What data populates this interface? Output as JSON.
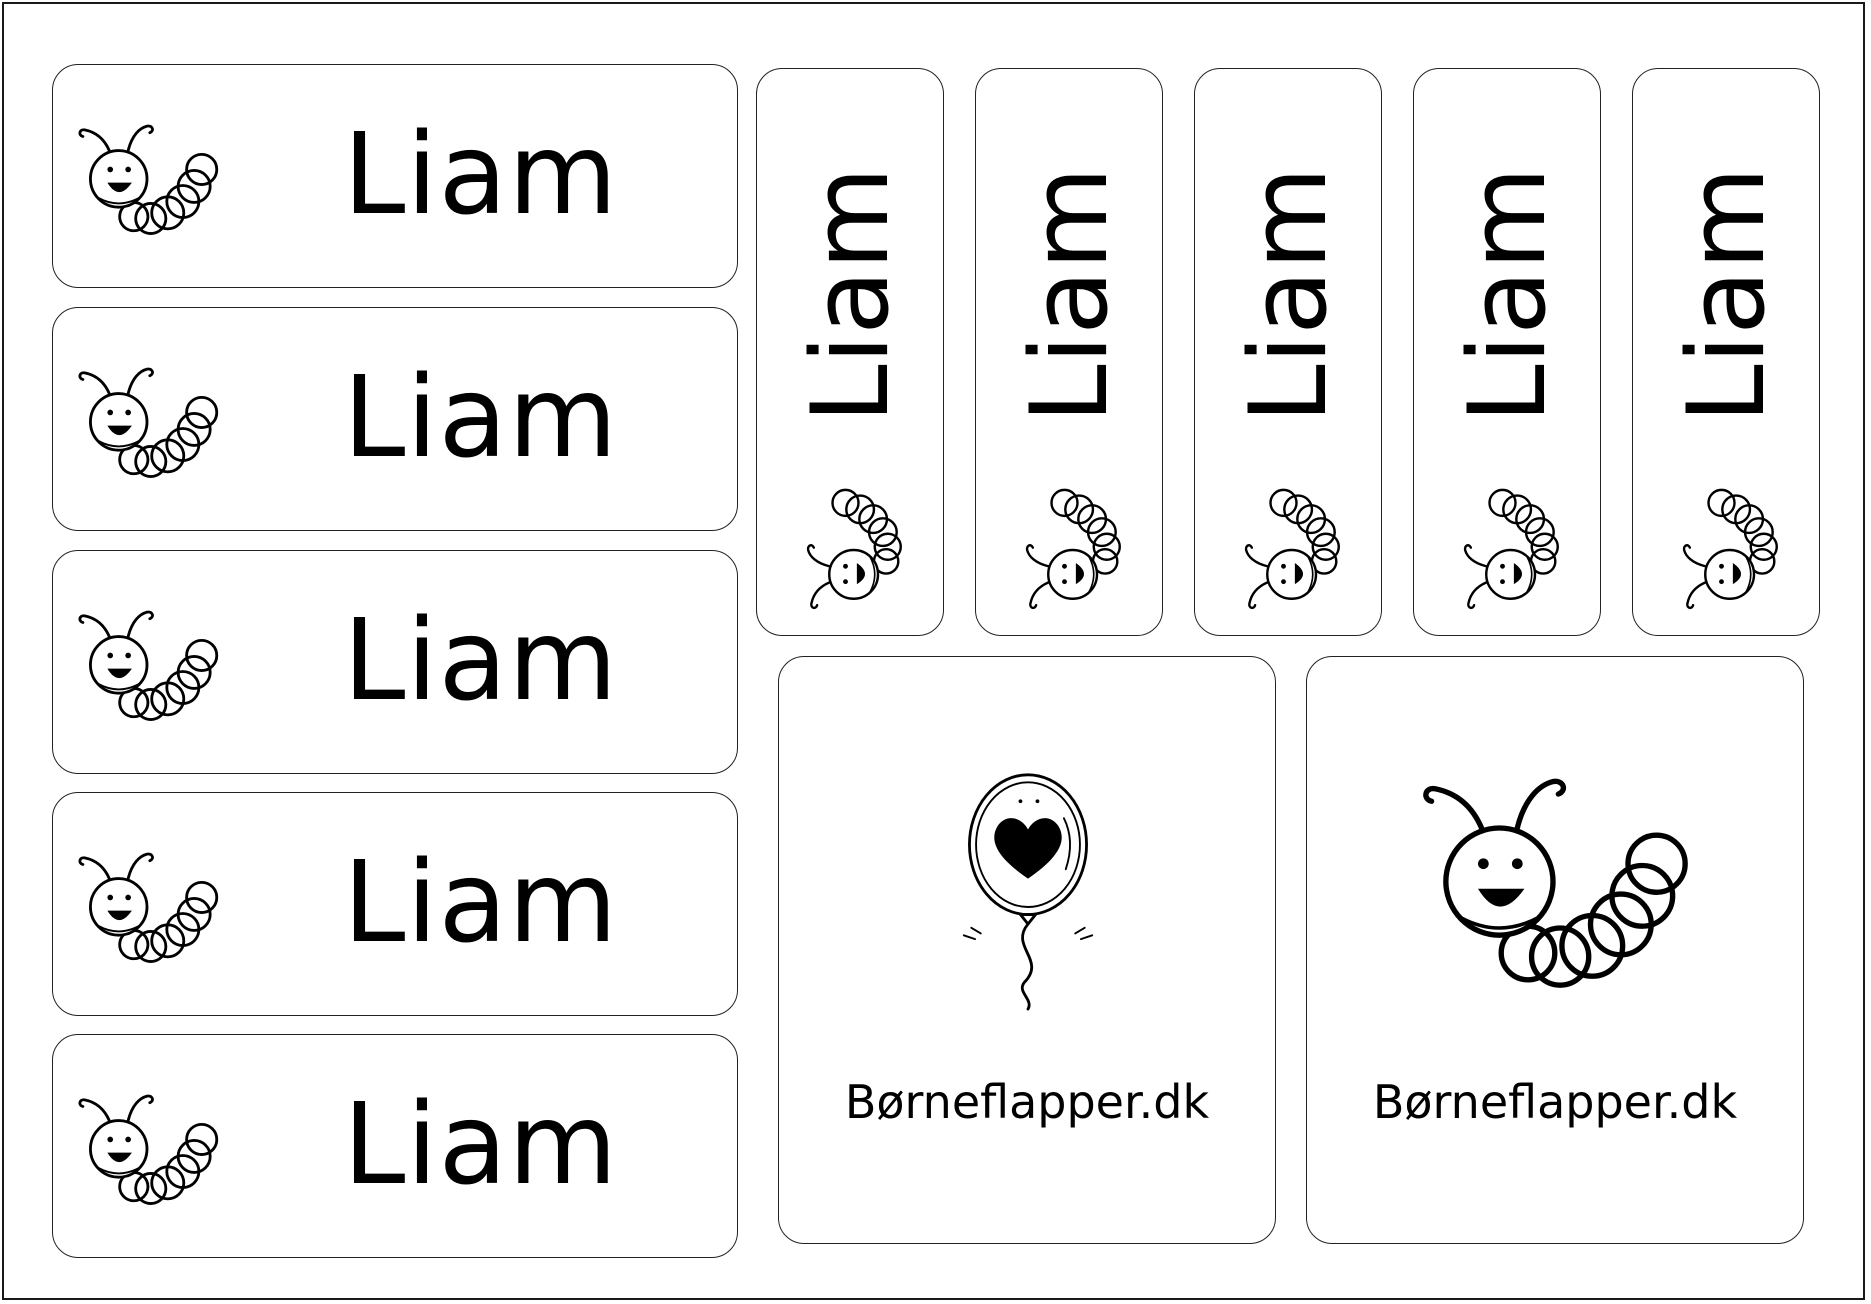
{
  "name_labels_horizontal": [
    {
      "name": "Liam",
      "icon": "caterpillar-icon"
    },
    {
      "name": "Liam",
      "icon": "caterpillar-icon"
    },
    {
      "name": "Liam",
      "icon": "caterpillar-icon"
    },
    {
      "name": "Liam",
      "icon": "caterpillar-icon"
    },
    {
      "name": "Liam",
      "icon": "caterpillar-icon"
    }
  ],
  "name_labels_vertical": [
    {
      "name": "Liam",
      "icon": "caterpillar-icon"
    },
    {
      "name": "Liam",
      "icon": "caterpillar-icon"
    },
    {
      "name": "Liam",
      "icon": "caterpillar-icon"
    },
    {
      "name": "Liam",
      "icon": "caterpillar-icon"
    },
    {
      "name": "Liam",
      "icon": "caterpillar-icon"
    }
  ],
  "square_labels": [
    {
      "brand": "Børneflapper.dk",
      "icon": "heart-balloon-icon"
    },
    {
      "brand": "Børneflapper.dk",
      "icon": "caterpillar-icon"
    }
  ],
  "colors": {
    "ink": "#000000",
    "paper": "#ffffff",
    "border": "#222222"
  }
}
